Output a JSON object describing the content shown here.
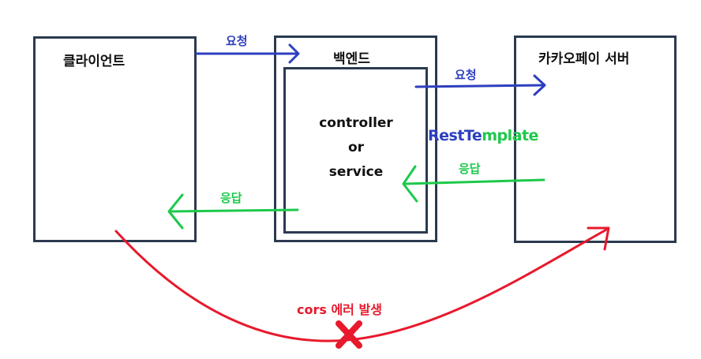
{
  "nodes": {
    "client": {
      "label": "클라이언트"
    },
    "backend": {
      "label": "백엔드",
      "inner_lines": [
        "controller",
        "or",
        "service"
      ]
    },
    "kakaopay": {
      "label": "카카오페이 서버"
    }
  },
  "edges": {
    "client_to_backend": {
      "label": "요청"
    },
    "backend_to_kakaopay": {
      "label": "요청"
    },
    "kakaopay_to_backend": {
      "label": "응답"
    },
    "backend_to_client": {
      "label": "응답"
    },
    "cors_path": {
      "label": "cors 에러 발생"
    }
  },
  "annotations": {
    "rest_template": {
      "part1": "RestTe",
      "part2": "mplate"
    }
  },
  "colors": {
    "box_border": "#2b3a4f",
    "request": "#2d3fbf",
    "response": "#1dc94a",
    "error": "#e8192c"
  }
}
